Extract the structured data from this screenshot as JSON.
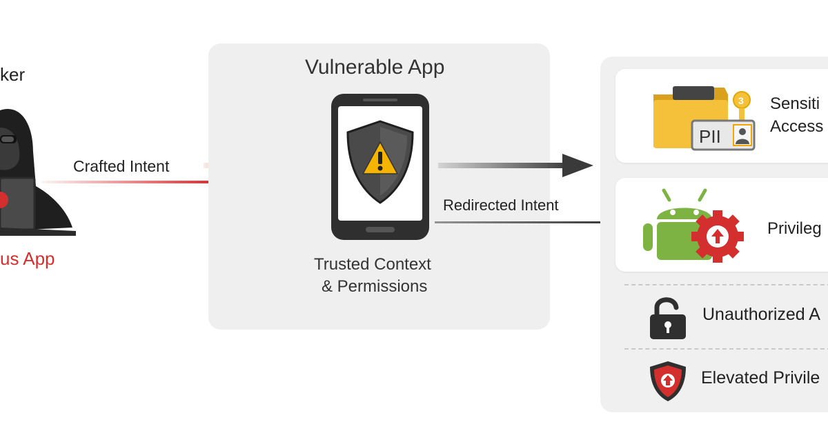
{
  "attacker": {
    "top_label": "ker",
    "bottom_label": "us App"
  },
  "flow": {
    "crafted_intent": "Crafted Intent",
    "redirected_intent": "Redirected Intent"
  },
  "vulnerable_app": {
    "title": "Vulnerable App",
    "caption_line1": "Trusted Context",
    "caption_line2": "& Permissions"
  },
  "outcomes": {
    "card1": {
      "line1": "Sensiti",
      "line2": "Access",
      "badge": "PII"
    },
    "card2": {
      "label": "Privileg"
    },
    "item3": {
      "label": "Unauthorized A"
    },
    "item4": {
      "label": "Elevated Privile"
    }
  },
  "colors": {
    "attack_red": "#d32f2f",
    "dark_arrow": "#3a3a3a",
    "android_green": "#7cb342",
    "folder_yellow": "#f5c03a",
    "panel_gray": "#efefef"
  }
}
